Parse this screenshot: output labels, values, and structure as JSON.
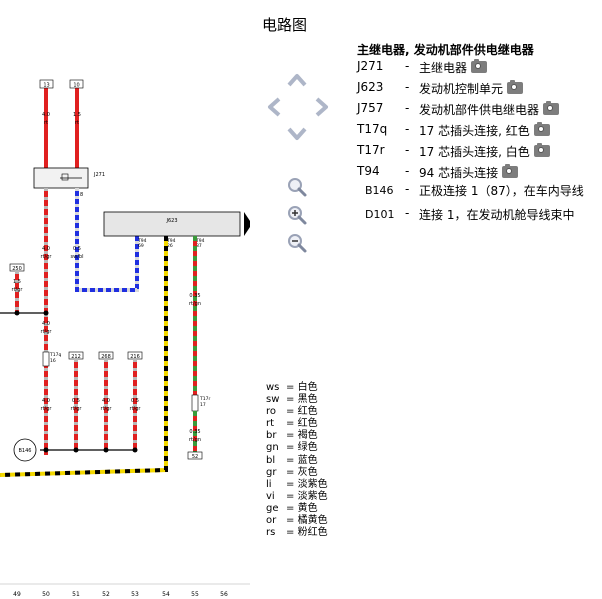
{
  "title": "电路图",
  "legend": {
    "heading": "主继电器, 发动机部件供电继电器",
    "items": [
      {
        "code": "J271",
        "desc": "主继电器",
        "camera": true
      },
      {
        "code": "J623",
        "desc": "发动机控制单元",
        "camera": true
      },
      {
        "code": "J757",
        "desc": "发动机部件供电继电器",
        "camera": true
      },
      {
        "code": "T17q",
        "desc": "17 芯插头连接, 红色",
        "camera": true
      },
      {
        "code": "T17r",
        "desc": "17 芯插头连接, 白色",
        "camera": true
      },
      {
        "code": "T94",
        "desc": "94 芯插头连接",
        "camera": true
      },
      {
        "code": "B146",
        "desc": "正极连接 1（87），在车内导线",
        "camera": false
      },
      {
        "code": "D101",
        "desc": "连接 1，在发动机舱导线束中",
        "camera": false
      }
    ],
    "dash": "-"
  },
  "nav": {
    "up": "chevron-up-icon",
    "left": "chevron-left-icon",
    "right": "chevron-right-icon",
    "down": "chevron-down-icon",
    "zoom_fit": "magnifier-icon",
    "zoom_in": "zoom-in-icon",
    "zoom_out": "zoom-out-icon"
  },
  "color_codes": [
    {
      "code": "ws",
      "name": "白色"
    },
    {
      "code": "sw",
      "name": "黑色"
    },
    {
      "code": "ro",
      "name": "红色"
    },
    {
      "code": "rt",
      "name": "红色"
    },
    {
      "code": "br",
      "name": "褐色"
    },
    {
      "code": "gn",
      "name": "绿色"
    },
    {
      "code": "bl",
      "name": "蓝色"
    },
    {
      "code": "gr",
      "name": "灰色"
    },
    {
      "code": "li",
      "name": "淡紫色"
    },
    {
      "code": "vi",
      "name": "淡紫色"
    },
    {
      "code": "ge",
      "name": "黄色"
    },
    {
      "code": "or",
      "name": "橘黄色"
    },
    {
      "code": "rs",
      "name": "粉红色"
    }
  ],
  "color_separator": "=",
  "diagram": {
    "fuse_tags": [
      "13",
      "10"
    ],
    "wire_top_1": {
      "size": "4.0",
      "color": "rt"
    },
    "wire_top_2": {
      "size": "1.5",
      "color": "rt"
    },
    "relay_label": "J271",
    "relay_pin_8": "8",
    "ecu_label": "J623",
    "ecu_pins": [
      {
        "conn": "T94",
        "pin": "69"
      },
      {
        "conn": "T94",
        "pin": "26"
      },
      {
        "conn": "T94",
        "pin": "87"
      }
    ],
    "wire_mid_1": {
      "size": "4.0",
      "color": "rt/gr"
    },
    "wire_mid_2": {
      "size": "0.5",
      "color": "sw/bl"
    },
    "left_tag": "250",
    "wire_left": {
      "size": "1.5",
      "color": "rt/gr"
    },
    "wire_center": {
      "size": "4.0",
      "color": "rt/gr"
    },
    "t17q": {
      "conn": "T17q",
      "pin": "16"
    },
    "bottom_tags": [
      "212",
      "268",
      "216"
    ],
    "wires_bottom": [
      {
        "size": "4.0",
        "color": "rt/gr"
      },
      {
        "size": "0.5",
        "color": "rt/gr"
      },
      {
        "size": "4.0",
        "color": "rt/gr"
      },
      {
        "size": "0.5",
        "color": "rt/gr"
      }
    ],
    "wire_green_1": {
      "size": "0.35",
      "color": "rt/gn"
    },
    "t17r": {
      "conn": "T17r",
      "pin": "17"
    },
    "wire_green_2": {
      "size": "0.35",
      "color": "rt/gn"
    },
    "end_tag": "52",
    "b146": "B146",
    "grid_numbers": [
      "49",
      "50",
      "51",
      "52",
      "53",
      "54",
      "55",
      "56"
    ]
  }
}
